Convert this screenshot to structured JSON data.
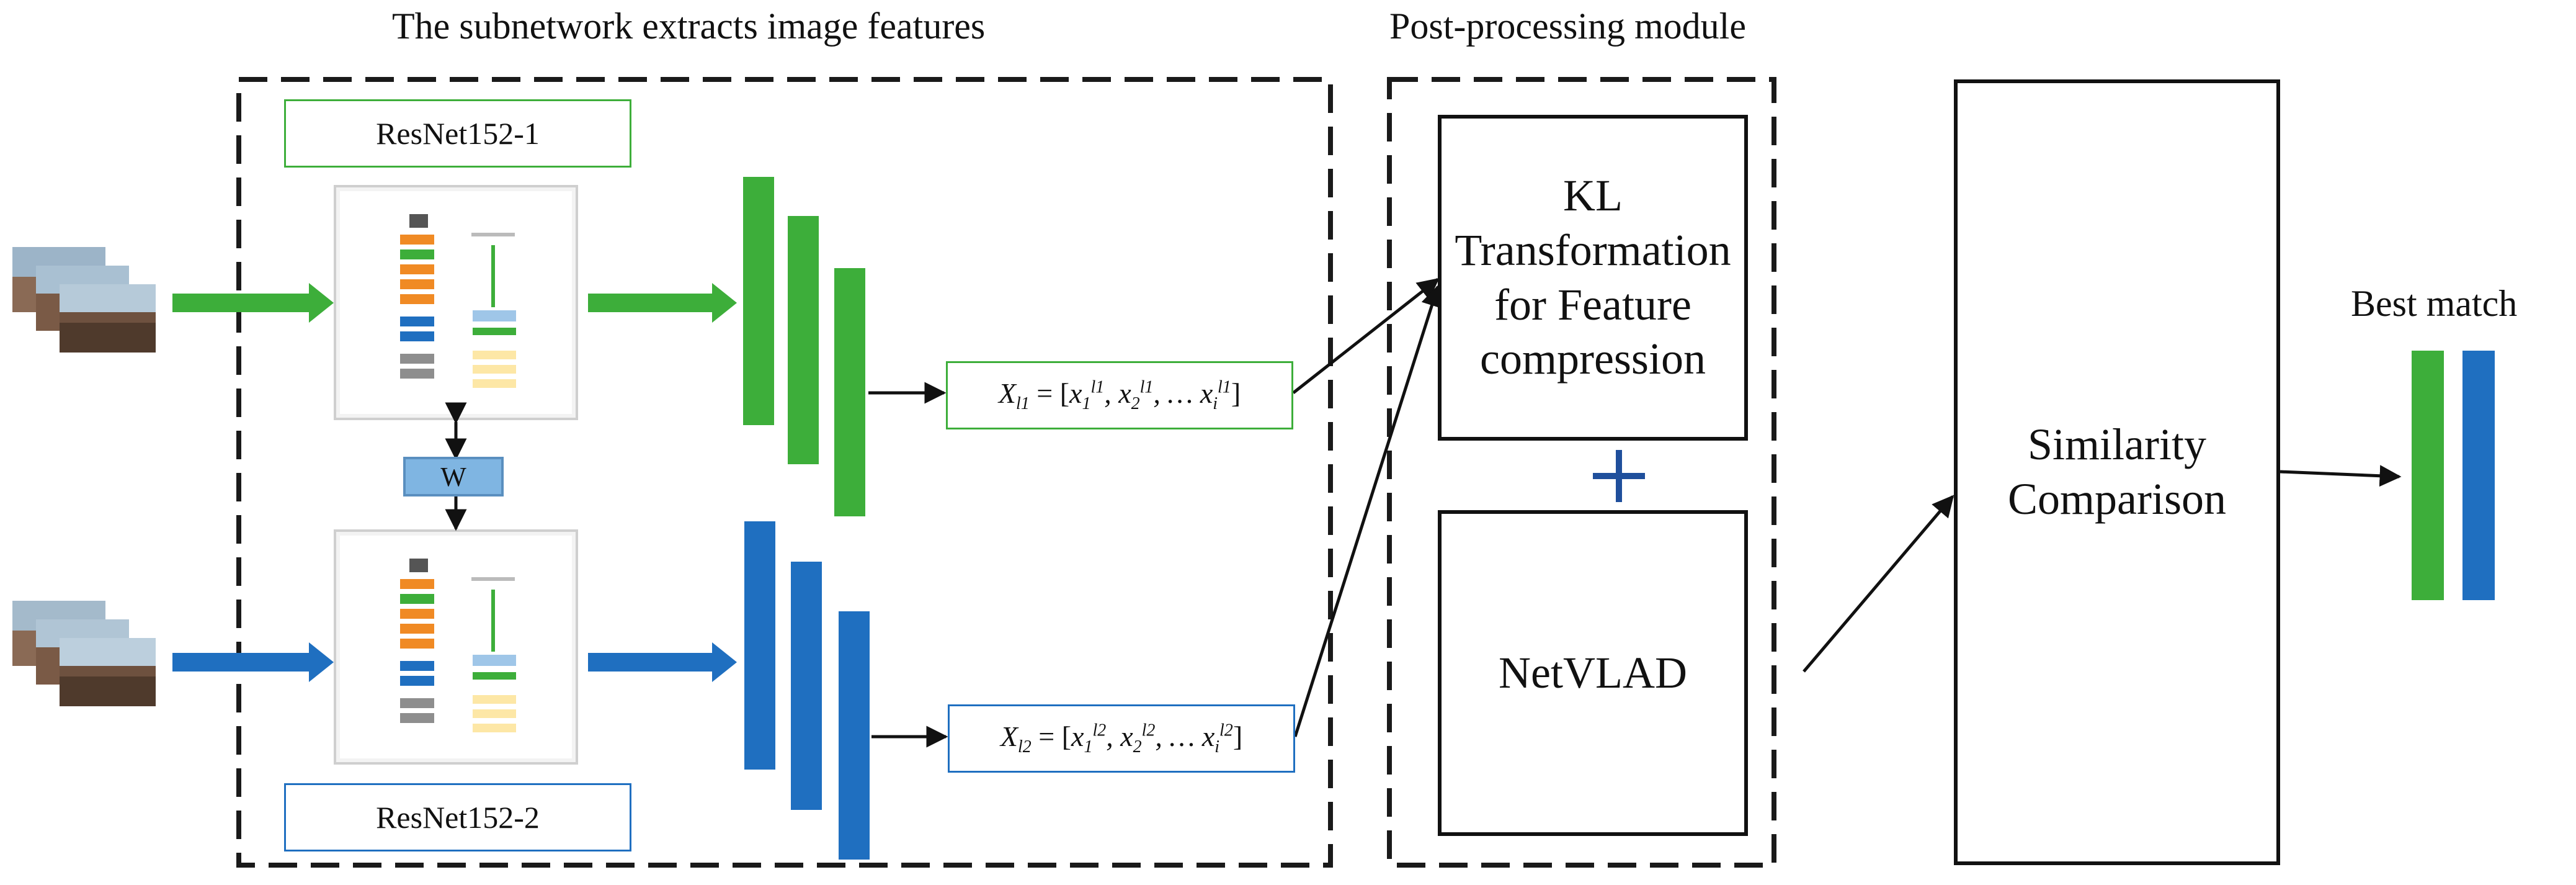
{
  "titles": {
    "subnetwork": "The subnetwork extracts image features",
    "postprocess": "Post-processing module",
    "best_match": "Best match"
  },
  "subnetwork": {
    "branch1_label": "ResNet152-1",
    "branch2_label": "ResNet152-2",
    "shared_weight": "W",
    "feature1_base": "X",
    "feature1_sub": "l1",
    "feature1_eq": "= [x",
    "feature2_base": "X",
    "feature2_sub": "l2"
  },
  "postprocess": {
    "kl_lines": [
      "KL",
      "Transformation",
      "for Feature",
      "compression"
    ],
    "plus": "+",
    "netvlad": "NetVLAD"
  },
  "similarity": {
    "lines": [
      "Similarity",
      "Comparison"
    ]
  },
  "colors": {
    "green": "#3dae3a",
    "blue": "#1f6fc0",
    "dash": "#1a1a1a"
  }
}
